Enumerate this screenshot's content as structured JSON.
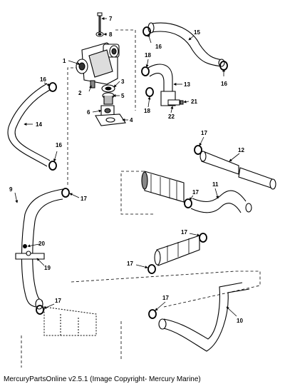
{
  "caption": "MercuryPartsOnline v2.5.1 (Image Copyright- Mercury Marine)",
  "callouts": {
    "c1": "1",
    "c2": "2",
    "c3": "3",
    "c4": "4",
    "c5": "5",
    "c6": "6",
    "c7": "7",
    "c8": "8",
    "c9": "9",
    "c10": "10",
    "c11": "11",
    "c12": "12",
    "c13": "13",
    "c14": "14",
    "c15": "15",
    "c16a": "16",
    "c16b": "16",
    "c16c": "16",
    "c16d": "16",
    "c17a": "17",
    "c17b": "17",
    "c17c": "17",
    "c17d": "17",
    "c17e": "17",
    "c17f": "17",
    "c17g": "17",
    "c18a": "18",
    "c18b": "18",
    "c19": "19",
    "c20": "20",
    "c21": "21",
    "c22": "22"
  }
}
